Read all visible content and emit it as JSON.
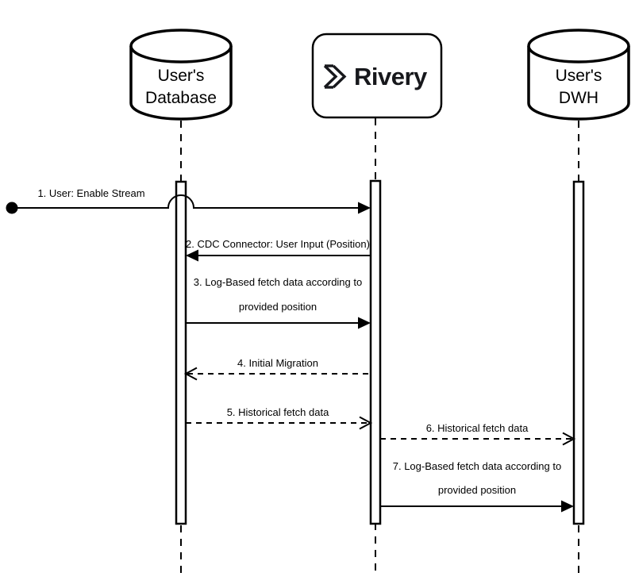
{
  "colors": {
    "stroke": "#000000",
    "background": "#ffffff",
    "text": "#000000",
    "brand_text": "#17181c"
  },
  "actors": {
    "users_database": {
      "shape": "cylinder",
      "label_line1": "User's",
      "label_line2": "Database"
    },
    "rivery": {
      "shape": "rounded-rect",
      "logo": "rivery-double-chevron-icon",
      "label": "Rivery"
    },
    "users_dwh": {
      "shape": "cylinder",
      "label_line1": "User's",
      "label_line2": "DWH"
    }
  },
  "messages": {
    "m1": {
      "label": "1. User: Enable Stream",
      "from": "user",
      "to": "rivery",
      "line": "solid",
      "arrowhead": "filled",
      "origin": "found-dot"
    },
    "m2": {
      "label": "2. CDC Connector: User Input (Position)",
      "from": "rivery",
      "to": "users_database",
      "line": "solid",
      "arrowhead": "filled"
    },
    "m3": {
      "label_line1": "3. Log-Based fetch data according to",
      "label_line2": "provided position",
      "from": "users_database",
      "to": "rivery",
      "line": "solid",
      "arrowhead": "filled"
    },
    "m4": {
      "label": "4. Initial Migration",
      "from": "rivery",
      "to": "users_database",
      "line": "dashed",
      "arrowhead": "open"
    },
    "m5": {
      "label": "5. Historical fetch data",
      "from": "users_database",
      "to": "rivery",
      "line": "dashed",
      "arrowhead": "open"
    },
    "m6": {
      "label": "6. Historical fetch data",
      "from": "rivery",
      "to": "users_dwh",
      "line": "dashed",
      "arrowhead": "open"
    },
    "m7": {
      "label_line1": "7. Log-Based fetch data according to",
      "label_line2": "provided position",
      "from": "rivery",
      "to": "users_dwh",
      "line": "solid",
      "arrowhead": "filled"
    }
  }
}
